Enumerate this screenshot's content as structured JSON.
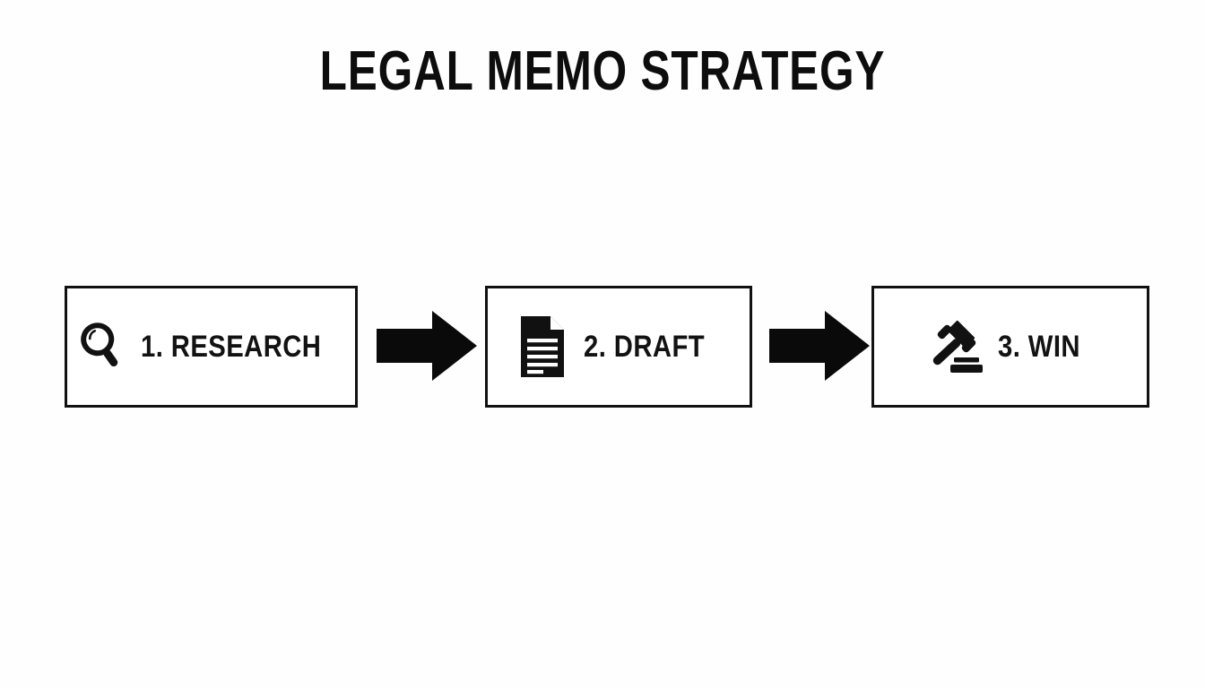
{
  "page": {
    "title": "LEGAL MEMO STRATEGY",
    "background_color": "#fdfdfd",
    "ink_color": "#111111"
  },
  "flow": {
    "steps": [
      {
        "label": "1. RESEARCH",
        "icon": "magnifying-glass-icon",
        "step_number": "1",
        "name": "research"
      },
      {
        "label": "2. DRAFT",
        "icon": "document-icon",
        "step_number": "2",
        "name": "draft"
      },
      {
        "label": "3. WIN",
        "icon": "gavel-icon",
        "step_number": "3",
        "name": "win"
      }
    ],
    "connectors": [
      {
        "icon": "right-arrow-icon",
        "from": "1. RESEARCH",
        "to": "2. DRAFT"
      },
      {
        "icon": "right-arrow-icon",
        "from": "2. DRAFT",
        "to": "3. WIN"
      }
    ]
  }
}
